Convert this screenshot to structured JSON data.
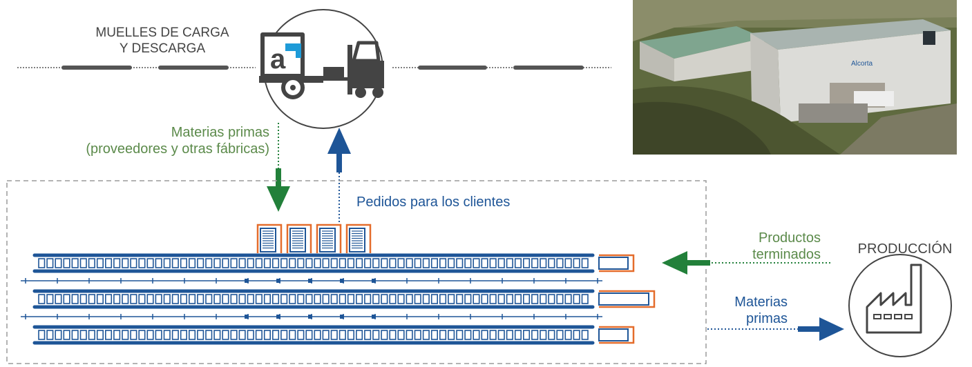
{
  "labels": {
    "docks_line1": "MUELLES DE CARGA",
    "docks_line2": "Y DESCARGA",
    "raw_in_line1": "Materias primas",
    "raw_in_line2": "(proveedores y otras fábricas)",
    "orders": "Pedidos para los clientes",
    "finished_line1": "Productos",
    "finished_line2": "terminados",
    "raw_out_line1": "Materias",
    "raw_out_line2": "primas",
    "production": "PRODUCCIÓN"
  },
  "logo_text": "a",
  "photo": {
    "sign_text": "Alcorta"
  },
  "icons": [
    "truck-icon",
    "forklift-icon",
    "factory-icon",
    "loading-dock-icon",
    "conveyor-icon",
    "warehouse-photo"
  ],
  "colors": {
    "blue": "#1e5597",
    "green": "#22803a",
    "orange": "#e46c2b",
    "gray": "#444444",
    "dash_gray": "#9a9a9a",
    "label_green": "#5b8a4a"
  }
}
